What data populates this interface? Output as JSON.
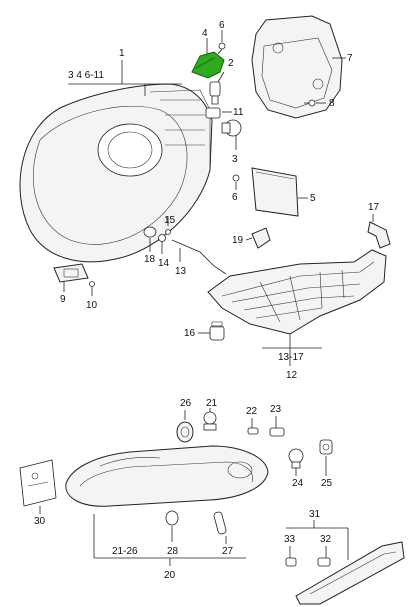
{
  "accent_color": "#2eaa1e",
  "labels": {
    "p1": "1",
    "p1_sub": "3 4   6-11",
    "p2": "2",
    "p3": "3",
    "p4": "4",
    "p5": "5",
    "p6a": "6",
    "p6b": "6",
    "p7": "7",
    "p8": "8",
    "p9": "9",
    "p10": "10",
    "p11": "11",
    "p12": "12",
    "p12_sub": "13-17",
    "p13": "13",
    "p14": "14",
    "p15": "15",
    "p16": "16",
    "p17": "17",
    "p18": "18",
    "p19": "19",
    "p20": "20",
    "p20_sub": "21-26",
    "p21": "21",
    "p22": "22",
    "p23": "23",
    "p24": "24",
    "p25": "25",
    "p26": "26",
    "p27": "27",
    "p28": "28",
    "p30": "30",
    "p31": "31",
    "p32": "32",
    "p33": "33"
  }
}
